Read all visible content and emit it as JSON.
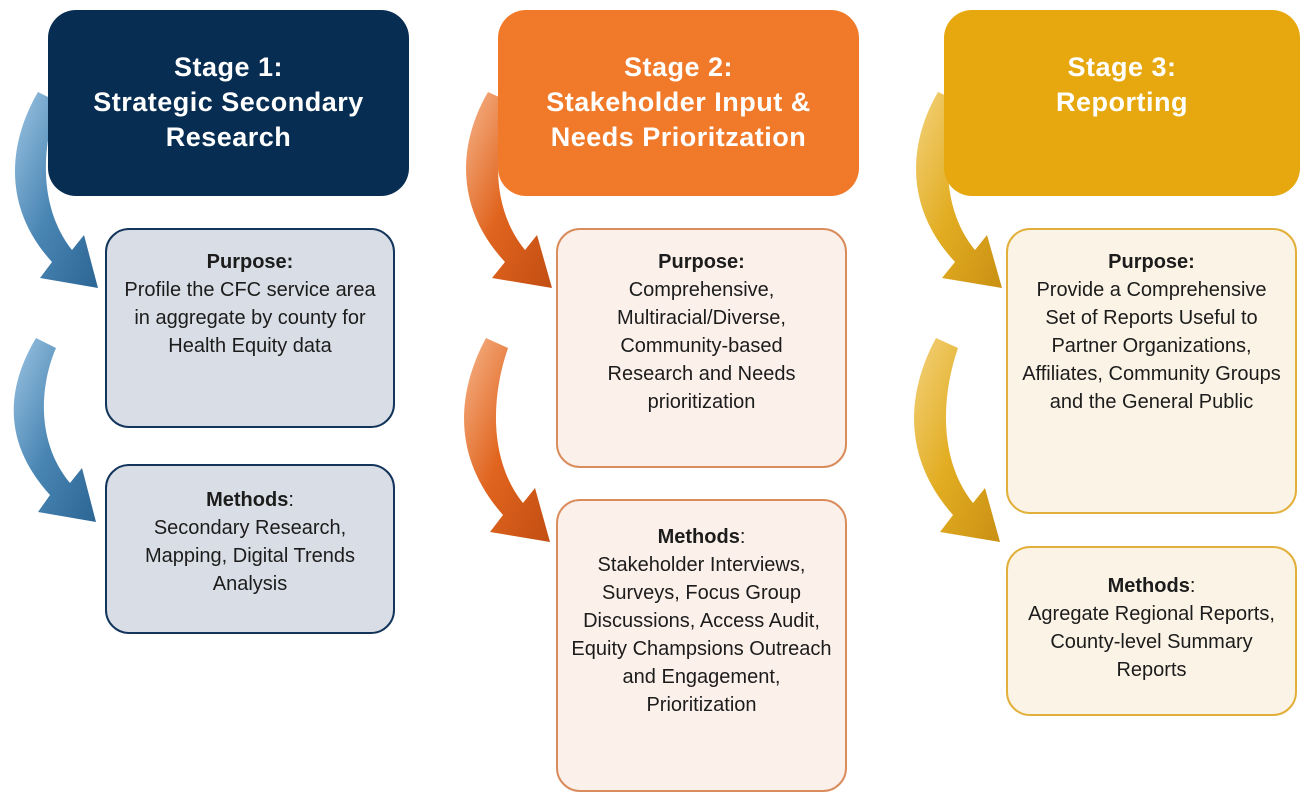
{
  "colors": {
    "stage1": "#072d53",
    "stage2": "#f07a2a",
    "stage3": "#e6a80e",
    "arrow1": "#4a86b4",
    "arrow2": "#e0641e",
    "arrow3": "#e2ad22"
  },
  "stages": [
    {
      "title_line1": "Stage 1:",
      "title_line2": "Strategic Secondary",
      "title_line3": "Research",
      "purpose_label": "Purpose:",
      "purpose_text": "Profile the CFC service area in aggregate by county for Health Equity data",
      "methods_label": "Methods",
      "methods_colon": ":",
      "methods_text": "Secondary Research, Mapping, Digital Trends Analysis"
    },
    {
      "title_line1": "Stage 2:",
      "title_line2": "Stakeholder Input &",
      "title_line3": "Needs Prioritzation",
      "purpose_label": "Purpose:",
      "purpose_text": "Comprehensive, Multiracial/Diverse, Community-based Research and Needs prioritization",
      "methods_label": "Methods",
      "methods_colon": ":",
      "methods_text": "Stakeholder Interviews, Surveys, Focus Group Discussions, Access Audit, Equity Champsions Outreach and Engagement, Prioritization"
    },
    {
      "title_line1": "Stage 3:",
      "title_line2": "Reporting",
      "purpose_label": "Purpose:",
      "purpose_text": "Provide a Comprehensive Set of Reports Useful to Partner Organizations, Affiliates, Community Groups and the General Public",
      "methods_label": "Methods",
      "methods_colon": ":",
      "methods_text": "Agregate Regional Reports, County-level Summary Reports"
    }
  ]
}
